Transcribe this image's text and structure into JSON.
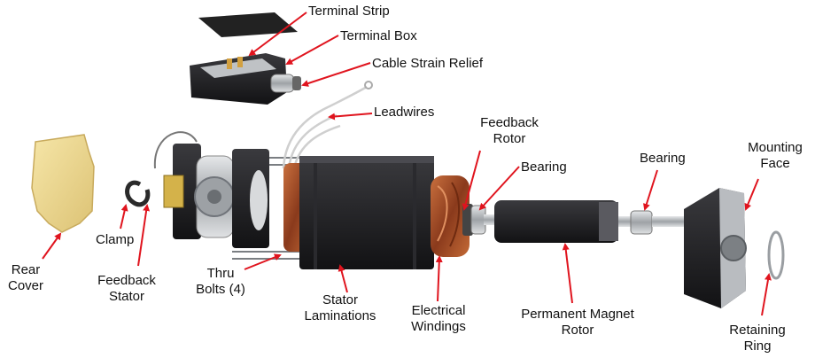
{
  "labels": {
    "terminal_strip": "Terminal Strip",
    "terminal_box": "Terminal Box",
    "cable_strain_relief": "Cable Strain Relief",
    "leadwires": "Leadwires",
    "feedback_rotor": [
      "Feedback",
      "Rotor"
    ],
    "bearing_front": "Bearing",
    "bearing_rear": "Bearing",
    "mounting_face": [
      "Mounting",
      "Face"
    ],
    "clamp": "Clamp",
    "rear_cover": [
      "Rear",
      "Cover"
    ],
    "feedback_stator": [
      "Feedback",
      "Stator"
    ],
    "thru_bolts": [
      "Thru",
      "Bolts (4)"
    ],
    "stator_laminations": [
      "Stator",
      "Laminations"
    ],
    "electrical_windings": [
      "Electrical",
      "Windings"
    ],
    "permanent_magnet_rotor": [
      "Permanent Magnet",
      "Rotor"
    ],
    "retaining_ring": [
      "Retaining",
      "Ring"
    ]
  },
  "colors": {
    "arrow": "#e0141e",
    "housing_dark": "#1c1c1e",
    "cover_yellow": "#efd98f",
    "winding_copper": "#a5502a",
    "metal": "#a8acb0"
  }
}
